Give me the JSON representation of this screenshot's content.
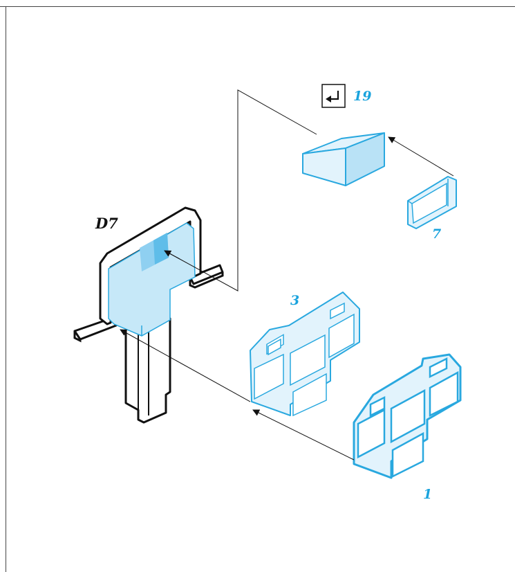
{
  "colors": {
    "part_stroke": "#29a8df",
    "part_fill_light": "#e2f3fc",
    "part_fill_mid": "#c6e8f8",
    "part_fill_dark": "#8fd0f1",
    "body_stroke": "#111111",
    "label_black": "#111111",
    "label_blue": "#1aa3dd"
  },
  "labels": {
    "assembly": "D7",
    "part_19": "19",
    "part_7": "7",
    "part_3": "3",
    "part_1": "1"
  },
  "icons": {
    "step_icon": "return-arrow-icon"
  }
}
